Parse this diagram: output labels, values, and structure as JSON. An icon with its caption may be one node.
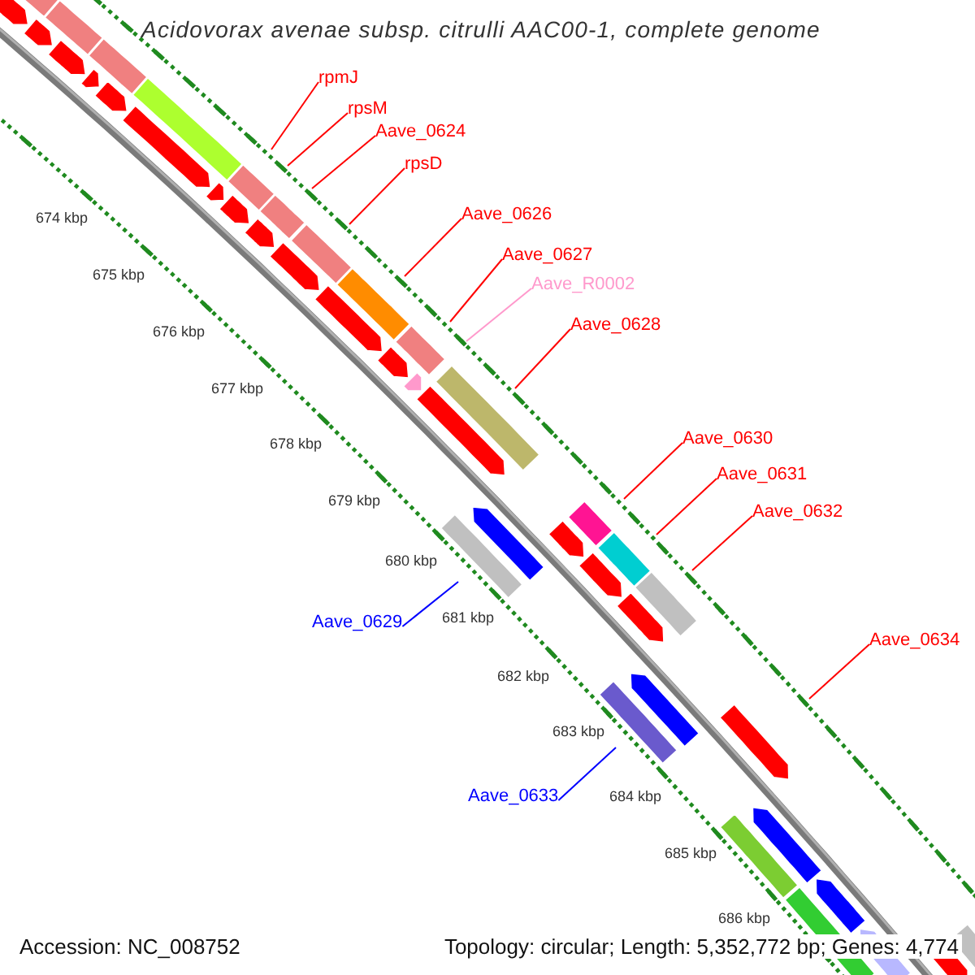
{
  "diagram": {
    "title": "Acidovorax avenae subsp. citrulli AAC00-1, complete genome",
    "nodes": [
      {
        "text": [
          "rpmJ"
        ]
      },
      {
        "text": [
          "rpsM"
        ]
      },
      {
        "text": [
          "Aave_0624"
        ]
      },
      {
        "text": [
          "rpsD"
        ]
      },
      {
        "text": [
          "Aave_0626"
        ]
      },
      {
        "text": [
          "Aave_0627"
        ]
      },
      {
        "text": [
          "Aave_R0002"
        ]
      },
      {
        "text": [
          "Aave_0628"
        ]
      },
      {
        "text": [
          "Aave_0630"
        ]
      },
      {
        "text": [
          "Aave_0631"
        ]
      },
      {
        "text": [
          "Aave_0632"
        ]
      },
      {
        "text": [
          "Aave_0629"
        ]
      },
      {
        "text": [
          "Aave_0634"
        ]
      },
      {
        "text": [
          "Aave_0633"
        ]
      }
    ],
    "edges": [
      {
        "from": 0,
        "to": null,
        "arrow": "none"
      },
      {
        "from": 1,
        "to": null,
        "arrow": "none"
      },
      {
        "from": 2,
        "to": null,
        "arrow": "none"
      },
      {
        "from": 3,
        "to": null,
        "arrow": "none"
      },
      {
        "from": 4,
        "to": null,
        "arrow": "none"
      },
      {
        "from": 5,
        "to": null,
        "arrow": "none"
      },
      {
        "from": 6,
        "to": null,
        "arrow": "none",
        "color": "#ff99cc"
      },
      {
        "from": 7,
        "to": null,
        "arrow": "none"
      },
      {
        "from": 8,
        "to": null,
        "arrow": "none"
      },
      {
        "from": 9,
        "to": null,
        "arrow": "none"
      },
      {
        "from": 10,
        "to": null,
        "arrow": "none"
      },
      {
        "from": 11,
        "to": null,
        "arrow": "none",
        "color": "#0000ff"
      },
      {
        "from": 12,
        "to": null,
        "arrow": "none"
      },
      {
        "from": 13,
        "to": null,
        "arrow": "none",
        "color": "#0000ff"
      }
    ],
    "labels": [
      "674 kbp",
      "675 kbp",
      "676 kbp",
      "677 kbp",
      "678 kbp",
      "679 kbp",
      "680 kbp",
      "681 kbp",
      "682 kbp",
      "683 kbp",
      "684 kbp",
      "685 kbp",
      "686 kbp",
      "Accession: NC_008752",
      "Topology: circular; Length: 5,352,772 bp; Genes: 4,774"
    ]
  }
}
